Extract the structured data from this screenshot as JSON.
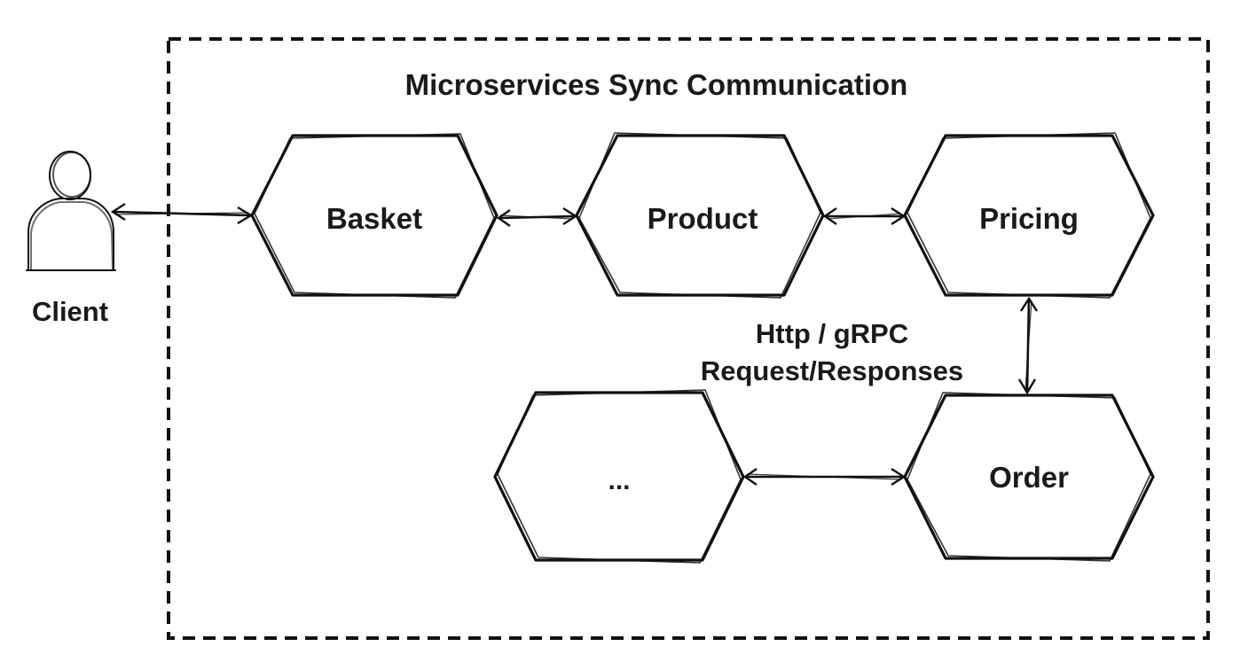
{
  "diagram": {
    "title": "Microservices Sync Communication",
    "client_label": "Client",
    "protocol_label_line1": "Http / gRPC",
    "protocol_label_line2": "Request/Responses",
    "services": {
      "basket": "Basket",
      "product": "Product",
      "pricing": "Pricing",
      "order": "Order",
      "more": "..."
    }
  }
}
